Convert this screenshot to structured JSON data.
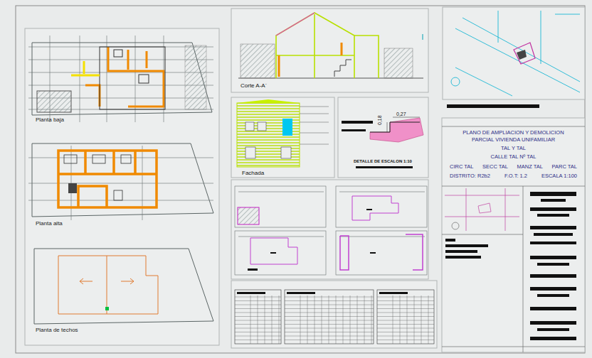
{
  "diagram": {
    "nodes": [
      {
        "text": [
          "PLANO DE AMPLIACION Y DEMOLICION PARCIAL VIVIENDA UNIFAMILIAR",
          "TAL Y TAL",
          "CALLE TAL Nº TAL",
          "CIRC TAL",
          "SECC TAL",
          "MANZ TAL",
          "PARC TAL",
          "DISTRITO: R2b2",
          "F.O.T: 1.2",
          "ESCALA 1:100"
        ]
      }
    ],
    "labels": [
      "Planta baja",
      "Planta alta",
      "Planta de techos",
      "Corte A-A´",
      "Fachada",
      "DETALLE DE ESCALON 1:10",
      "0,27",
      "0,18"
    ]
  }
}
